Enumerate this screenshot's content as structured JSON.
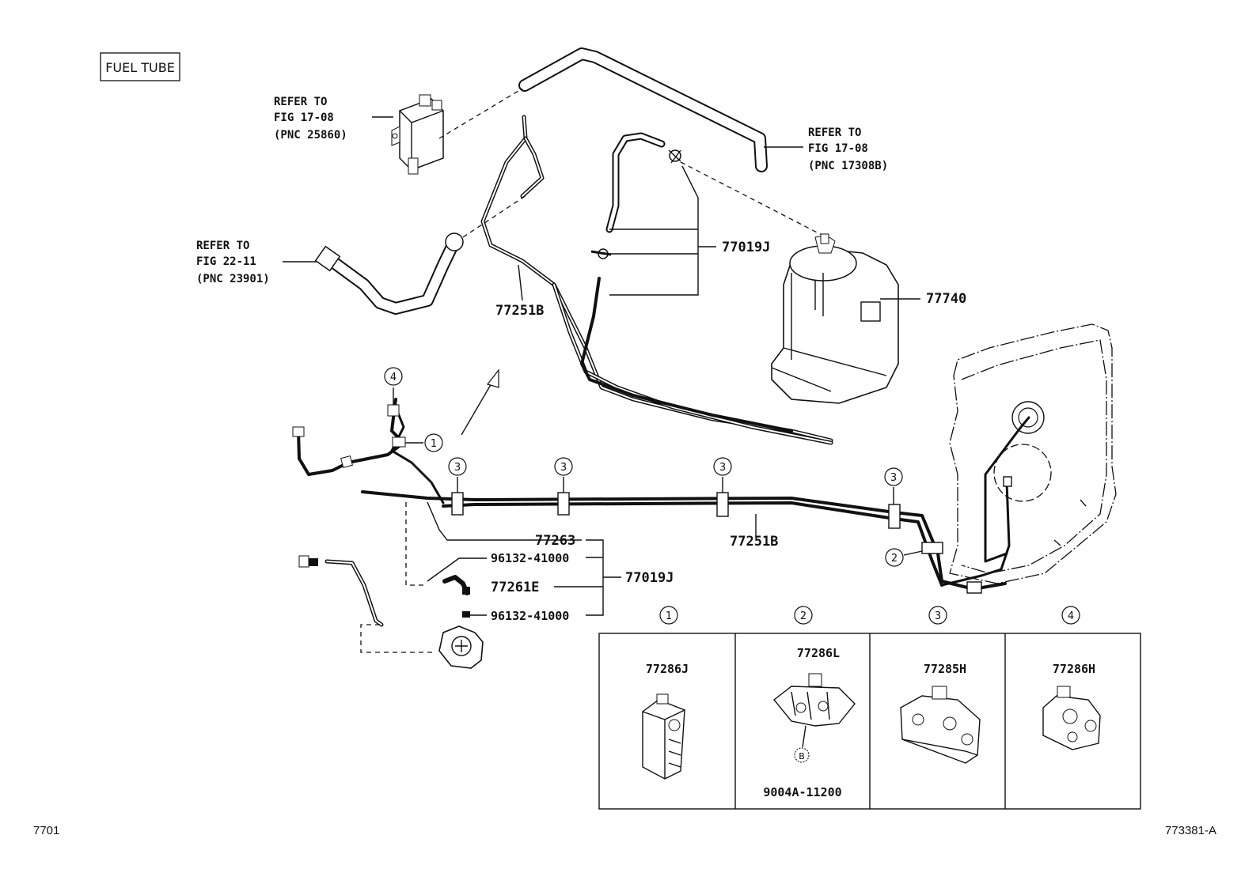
{
  "title_box": "FUEL TUBE",
  "refs": [
    {
      "line1": "REFER TO",
      "line2": "FIG 17-08",
      "line3": "(PNC 25860)"
    },
    {
      "line1": "REFER TO",
      "line2": "FIG 17-08",
      "line3": "(PNC 17308B)"
    },
    {
      "line1": "REFER TO",
      "line2": "FIG 22-11",
      "line3": "(PNC 23901)"
    }
  ],
  "parts": {
    "p77019J_upper": "77019J",
    "p77251B_upper": "77251B",
    "p77740": "77740",
    "p77251B_lower": "77251B",
    "p77263": "77263",
    "p96132_a": "96132-41000",
    "p77261E": "77261E",
    "p96132_b": "96132-41000",
    "p77019J_lower": "77019J"
  },
  "callouts": {
    "c1": "1",
    "c2": "2",
    "c3": "3",
    "c4": "4"
  },
  "clamp_table": [
    {
      "marker": "1",
      "part": "77286J",
      "sub_marker": "",
      "sub_part": ""
    },
    {
      "marker": "2",
      "part": "77286L",
      "sub_marker": "B",
      "sub_part": "9004A-11200"
    },
    {
      "marker": "3",
      "part": "77285H",
      "sub_marker": "",
      "sub_part": ""
    },
    {
      "marker": "4",
      "part": "77286H",
      "sub_marker": "",
      "sub_part": ""
    }
  ],
  "footer": {
    "left": "7701",
    "right": "773381-A"
  }
}
